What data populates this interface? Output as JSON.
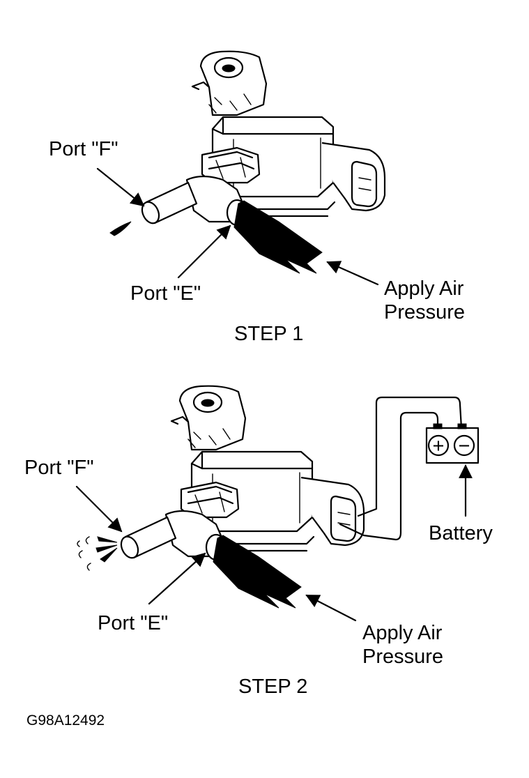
{
  "steps": [
    {
      "title": "STEP 1",
      "port_f_label": "Port \"F\"",
      "port_e_label": "Port \"E\"",
      "pressure_label_line1": "Apply Air",
      "pressure_label_line2": "Pressure"
    },
    {
      "title": "STEP 2",
      "port_f_label": "Port \"F\"",
      "port_e_label": "Port \"E\"",
      "pressure_label_line1": "Apply Air",
      "pressure_label_line2": "Pressure",
      "battery_label": "Battery",
      "battery_plus": "+",
      "battery_minus": "−"
    }
  ],
  "figure_code": "G98A12492"
}
